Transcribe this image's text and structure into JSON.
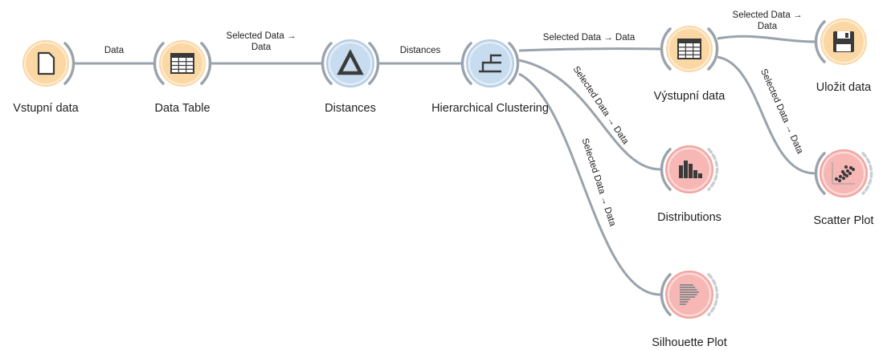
{
  "colors": {
    "data_node": "#fbd7a3",
    "data_node_ring": "#f6c98a",
    "unsupervised_node": "#c8dcef",
    "unsupervised_ring": "#b5cde4",
    "visualize_node": "#f7b7b4",
    "visualize_ring": "#f3a5a1",
    "link": "#9aa3ab",
    "arc": "#9aa3ab",
    "icon": "#3a3a3a"
  },
  "nodes": [
    {
      "id": "vstupni",
      "label": "Vstupní data",
      "icon": "file-icon",
      "kind": "data"
    },
    {
      "id": "datatable",
      "label": "Data Table",
      "icon": "table-icon",
      "kind": "data"
    },
    {
      "id": "distances",
      "label": "Distances",
      "icon": "delta-icon",
      "kind": "unsupervised"
    },
    {
      "id": "hclust",
      "label": "Hierarchical Clustering",
      "icon": "dendrogram-icon",
      "kind": "unsupervised"
    },
    {
      "id": "vystupni",
      "label": "Výstupní data",
      "icon": "table-icon",
      "kind": "data"
    },
    {
      "id": "ulozit",
      "label": "Uložit data",
      "icon": "save-icon",
      "kind": "data"
    },
    {
      "id": "distributions",
      "label": "Distributions",
      "icon": "bar-chart-icon",
      "kind": "visualize"
    },
    {
      "id": "silhouette",
      "label": "Silhouette Plot",
      "icon": "silhouette-icon",
      "kind": "visualize"
    },
    {
      "id": "scatter",
      "label": "Scatter Plot",
      "icon": "scatter-icon",
      "kind": "visualize"
    }
  ],
  "links": [
    {
      "id": "l1",
      "from": "vstupni",
      "to": "datatable",
      "label": [
        "Data"
      ]
    },
    {
      "id": "l2",
      "from": "datatable",
      "to": "distances",
      "label": [
        "Selected Data →",
        "Data"
      ]
    },
    {
      "id": "l3",
      "from": "distances",
      "to": "hclust",
      "label": [
        "Distances"
      ]
    },
    {
      "id": "l4",
      "from": "hclust",
      "to": "vystupni",
      "label": [
        "Selected Data → Data"
      ]
    },
    {
      "id": "l5",
      "from": "hclust",
      "to": "distributions",
      "label": [
        "Selected Data → Data"
      ]
    },
    {
      "id": "l6",
      "from": "hclust",
      "to": "silhouette",
      "label": [
        "Selected Data → Data"
      ]
    },
    {
      "id": "l7",
      "from": "vystupni",
      "to": "ulozit",
      "label": [
        "Selected Data →",
        "Data"
      ]
    },
    {
      "id": "l8",
      "from": "vystupni",
      "to": "scatter",
      "label": [
        "Selected Data → Data"
      ]
    }
  ]
}
